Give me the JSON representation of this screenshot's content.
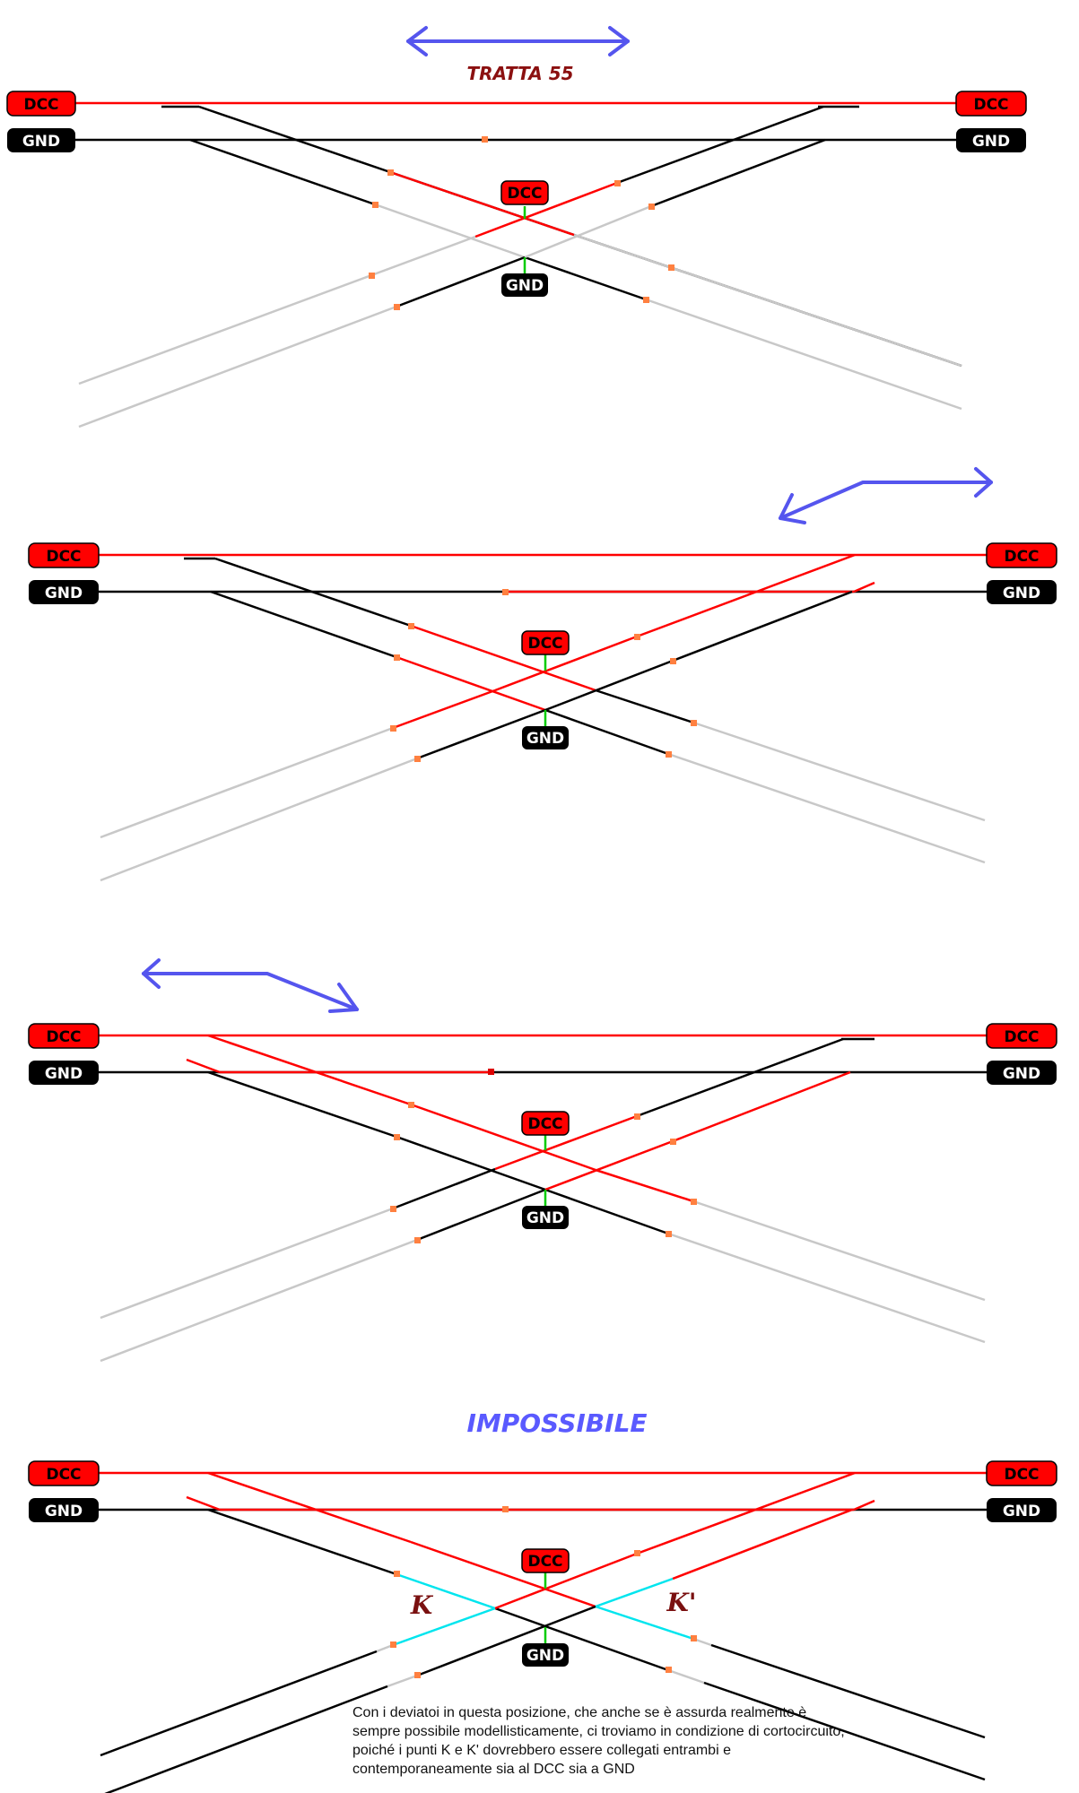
{
  "colors": {
    "dcc": "#ff0000",
    "gnd": "#000000",
    "dead": "#c8c8c8",
    "joint": "#ff8040",
    "link": "#00cc00",
    "arrow": "#5555ee",
    "title": "#8b1010",
    "impossible": "#5a5aff",
    "k_color": "#00e5ee"
  },
  "diagrams": [
    {
      "title": "TRATTA 55",
      "labels": {
        "dcc": "DCC",
        "gnd": "GND"
      }
    },
    {
      "labels": {
        "dcc": "DCC",
        "gnd": "GND"
      }
    },
    {
      "labels": {
        "dcc": "DCC",
        "gnd": "GND"
      }
    },
    {
      "heading": "IMPOSSIBILE",
      "labels": {
        "dcc": "DCC",
        "gnd": "GND"
      },
      "point_k": "K",
      "point_k_prime": "K'"
    }
  ],
  "note": "Con i deviatoi in questa posizione, che anche se è assurda realmente è sempre possibile modellisticamente, ci troviamo in condizione di cortocircuito, poiché i punti K e K' dovrebbero essere collegati entrambi e contemporaneamente sia al DCC sia a GND"
}
